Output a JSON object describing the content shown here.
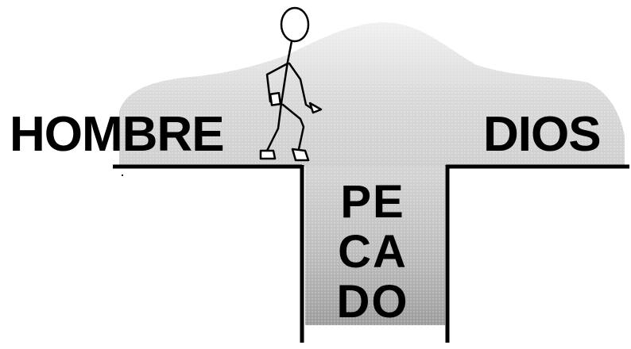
{
  "labels": {
    "left": "HOMBRE",
    "right": "DIOS",
    "pit_lines": [
      "PE",
      "CA",
      "DO"
    ]
  },
  "colors": {
    "ink": "#000000",
    "shade_light": "#e6e6e6",
    "shade_mid": "#c8c8c8",
    "shade_dark": "#9e9e9e"
  }
}
